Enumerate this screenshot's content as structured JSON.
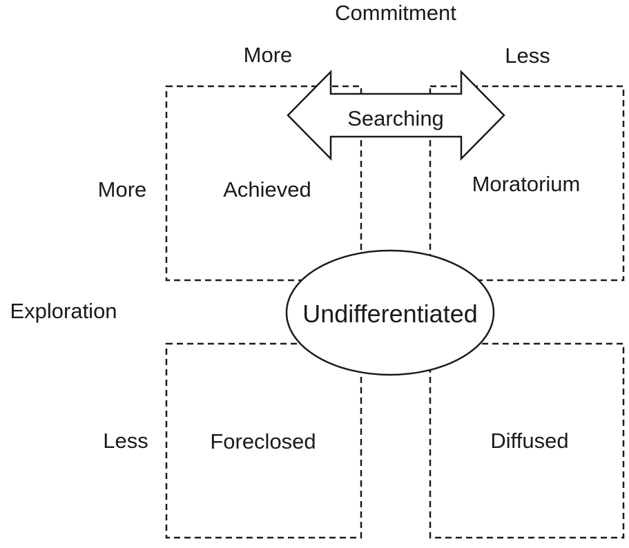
{
  "axes": {
    "commitment": {
      "title": "Commitment",
      "more": "More",
      "less": "Less"
    },
    "exploration": {
      "title": "Exploration",
      "more": "More",
      "less": "Less"
    }
  },
  "statuses": {
    "achieved": "Achieved",
    "moratorium": "Moratorium",
    "foreclosed": "Foreclosed",
    "diffused": "Diffused",
    "undifferentiated": "Undifferentiated",
    "searching": "Searching"
  }
}
